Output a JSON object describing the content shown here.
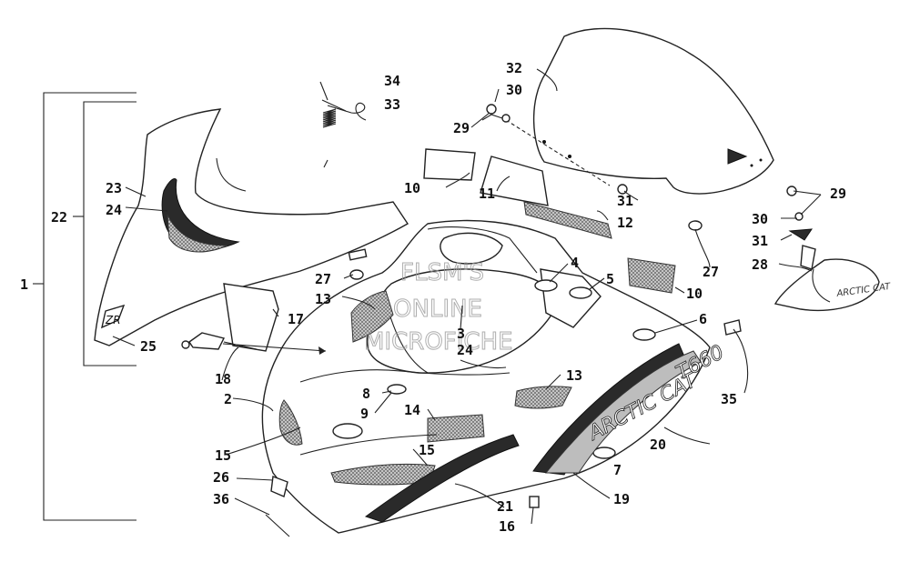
{
  "watermark": [
    "FLSM'S",
    "ONLINE",
    "MICROFICHE"
  ],
  "decal_text": {
    "brand": "ARCTIC CAT",
    "model": "T660",
    "logo": "ZR"
  },
  "callouts": [
    "1",
    "2",
    "3",
    "4",
    "5",
    "6",
    "7",
    "8",
    "9",
    "10",
    "10",
    "11",
    "12",
    "13",
    "13",
    "14",
    "15",
    "15",
    "16",
    "17",
    "18",
    "19",
    "20",
    "21",
    "22",
    "23",
    "24",
    "24",
    "25",
    "26",
    "27",
    "27",
    "28",
    "29",
    "29",
    "30",
    "30",
    "31",
    "31",
    "32",
    "33",
    "34",
    "35",
    "36"
  ]
}
